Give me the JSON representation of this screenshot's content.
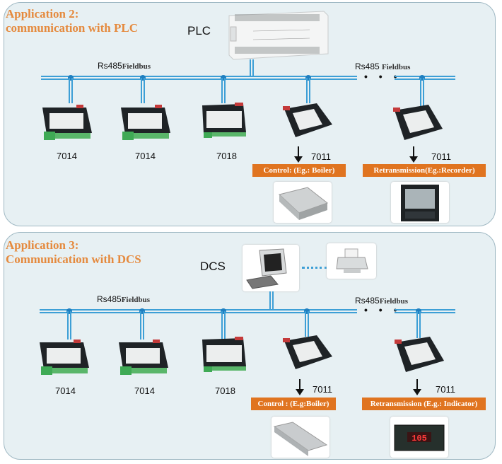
{
  "colors": {
    "panel_bg": "#e7f0f3",
    "title": "#e58a3e",
    "bus": "#3d9fd6",
    "node": "#1f7fc0",
    "tag_bg": "#e07420"
  },
  "panels": [
    {
      "title_line1": "Application 2:",
      "title_line2": "communication with PLC",
      "host_label": "PLC",
      "host_icon": "plc-icon",
      "bus_left_prefix": "Rs485",
      "bus_left_suffix": "Fieldbus",
      "bus_right_prefix": "Rs485",
      "bus_right_suffix": "Fieldbus",
      "ellipsis": "• • •",
      "modules": [
        "7014",
        "7014",
        "7018",
        "7011",
        "7011"
      ],
      "outputs": [
        {
          "tag": "Control: (Eg.: Boiler)",
          "device_icon": "boiler-icon"
        },
        {
          "tag": "Retransmission(Eg.:Recorder)",
          "device_icon": "recorder-icon"
        }
      ]
    },
    {
      "title_line1": "Application 3:",
      "title_line2": "Communication with DCS",
      "host_label": "DCS",
      "host_icon": "computer-icon",
      "peripheral_icon": "printer-icon",
      "bus_left_prefix": "Rs485",
      "bus_left_suffix": "Fieldbus",
      "bus_right_prefix": "Rs485",
      "bus_right_suffix": "Fieldbus",
      "ellipsis": "• • •",
      "modules": [
        "7014",
        "7014",
        "7018",
        "7011",
        "7011"
      ],
      "outputs": [
        {
          "tag": "Control : (E.g:Boiler)",
          "device_icon": "boiler-icon"
        },
        {
          "tag": "Retransmission (E.g.: Indicator)",
          "device_icon": "indicator-icon",
          "display": "105"
        }
      ]
    }
  ]
}
